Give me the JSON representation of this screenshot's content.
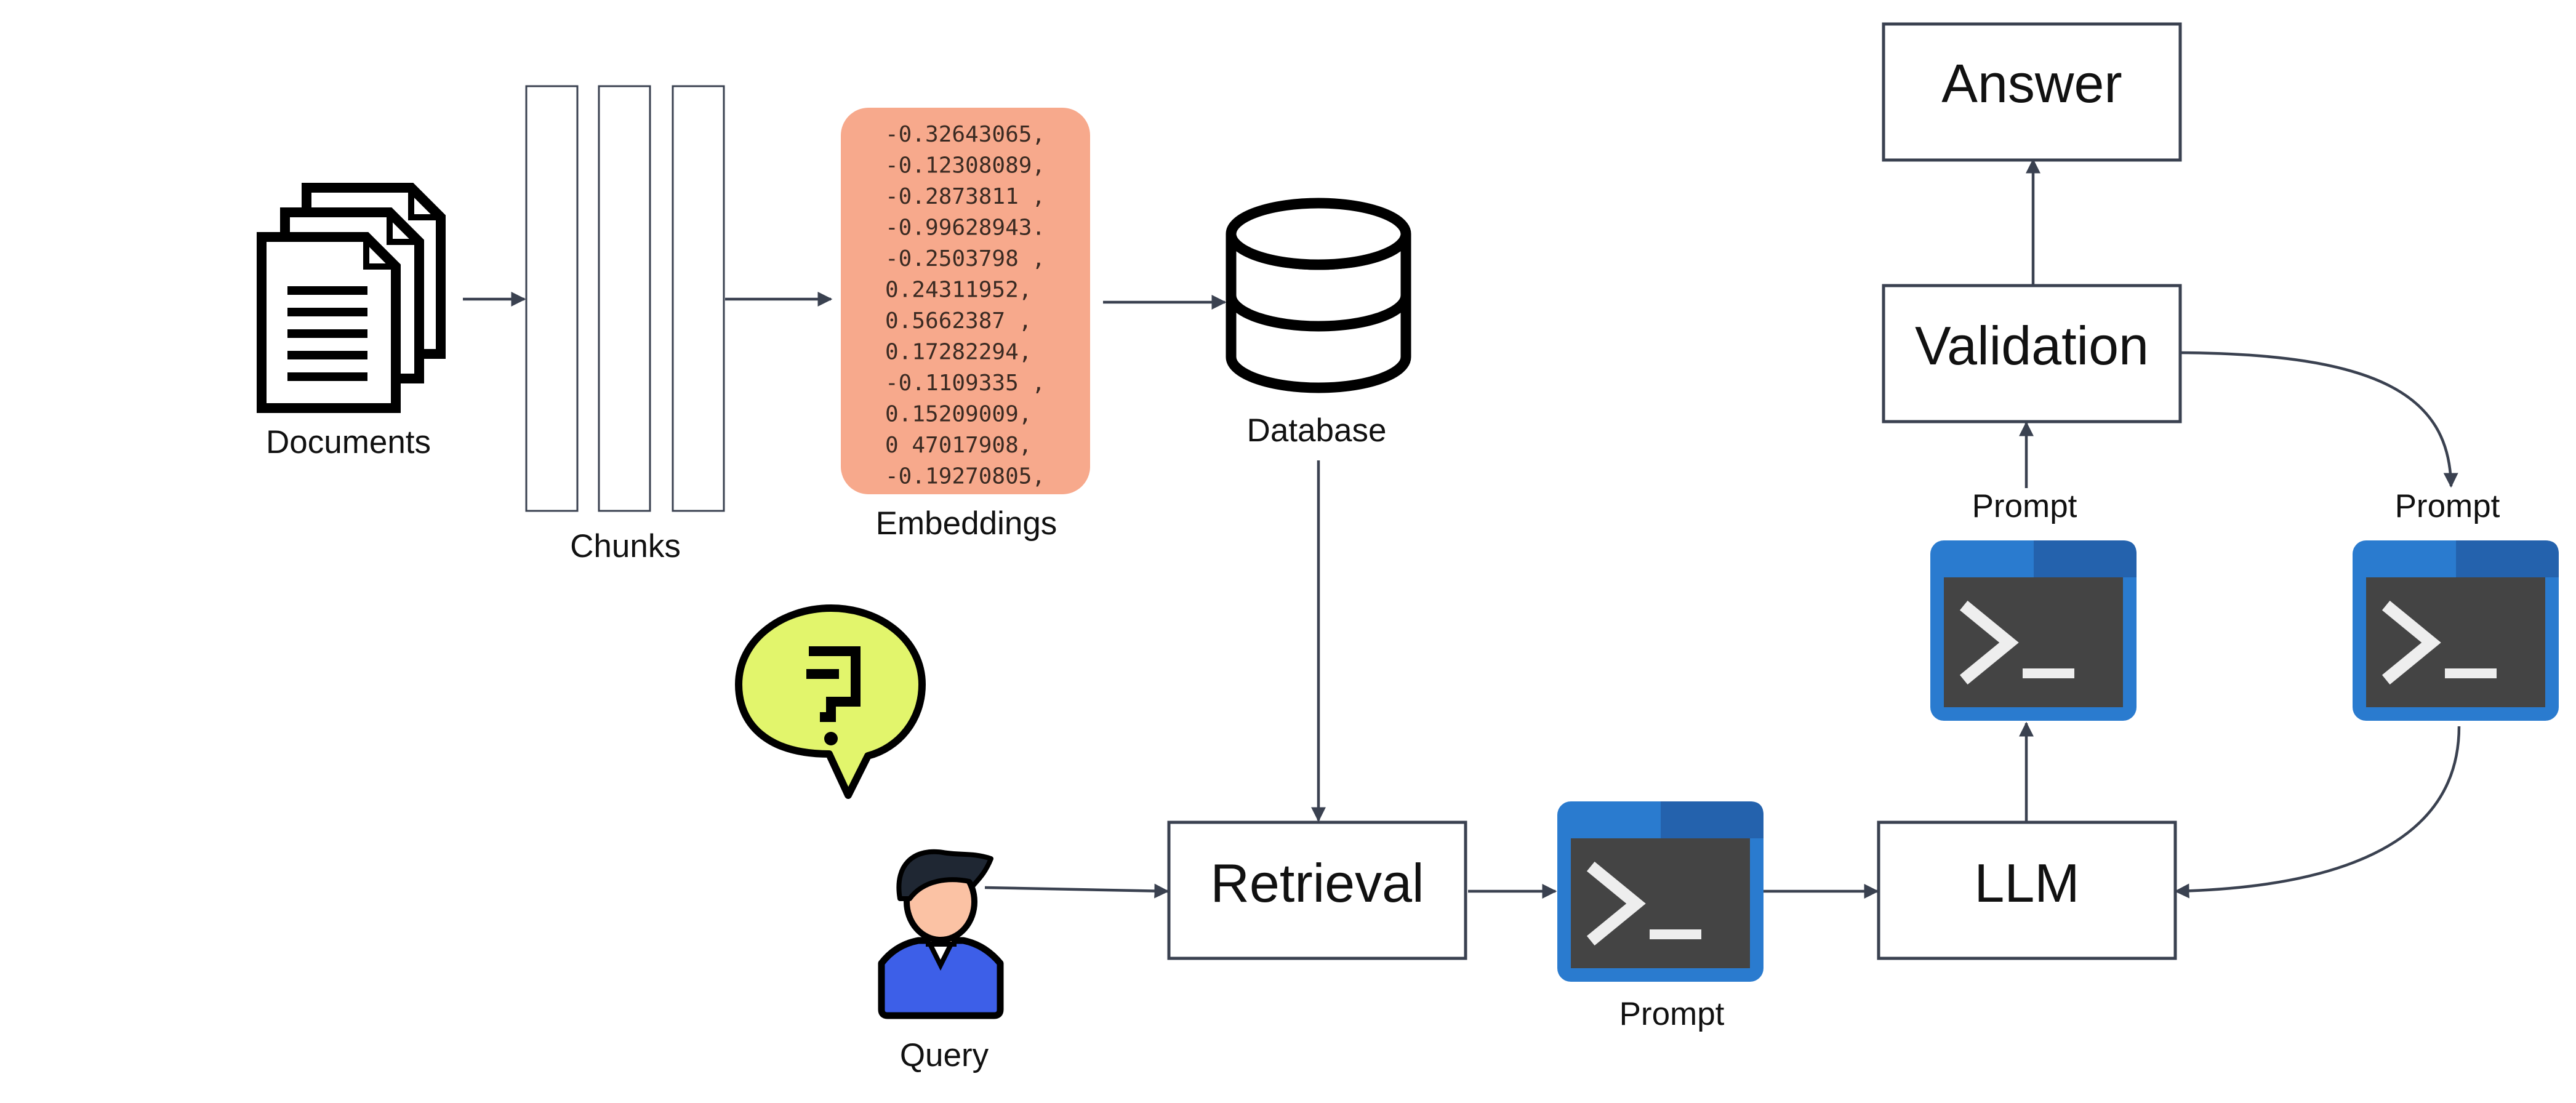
{
  "labels": {
    "documents": "Documents",
    "chunks": "Chunks",
    "embeddings": "Embeddings",
    "database": "Database",
    "query": "Query",
    "prompt_main": "Prompt",
    "prompt_upper": "Prompt",
    "prompt_right": "Prompt"
  },
  "boxes": {
    "answer": "Answer",
    "validation": "Validation",
    "retrieval": "Retrieval",
    "llm": "LLM"
  },
  "embedding_values": [
    "-0.32643065,",
    "-0.12308089,",
    "-0.2873811 ,",
    "-0.99628943.",
    "-0.2503798 ,",
    " 0.24311952,",
    " 0.5662387 ,",
    " 0.17282294,",
    "-0.1109335 ,",
    " 0.15209009,",
    " 0 47017908,",
    "-0.19270805,"
  ],
  "speech_bubble_symbol": "?",
  "terminal_prompt_glyph": ">_",
  "colors": {
    "embeddings_bg": "#f7a98c",
    "speech_bubble": "#e2f56c",
    "terminal_blue": "#2a7bcf",
    "terminal_blue_dark": "#2462ad",
    "terminal_screen": "#444444",
    "person_skin": "#fbc2a4",
    "person_shirt": "#3d5fe8",
    "connector": "#3a4150"
  },
  "icons": [
    "documents-icon",
    "database-icon",
    "person-icon",
    "speech-bubble-icon",
    "terminal-icon"
  ]
}
